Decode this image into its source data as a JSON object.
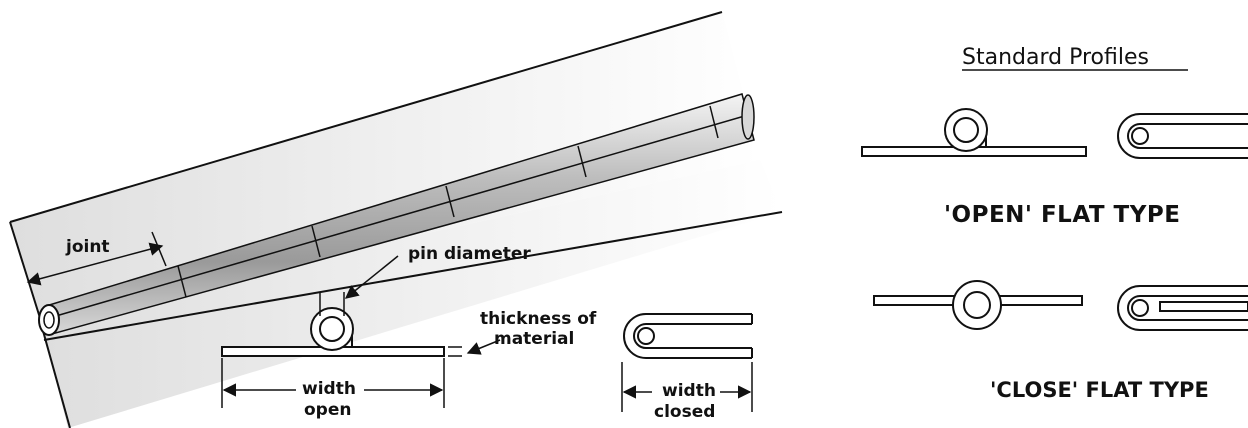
{
  "figure_labels": {
    "joint": "joint",
    "pin_diameter": "pin diameter",
    "thickness_of_material": [
      "thickness of",
      "material"
    ],
    "width_open": [
      "width",
      "open"
    ],
    "width_closed": [
      "width",
      "closed"
    ]
  },
  "profiles": {
    "heading": "Standard Profiles",
    "open_type": "'OPEN' FLAT TYPE",
    "close_type": "'CLOSE' FLAT TYPE"
  }
}
